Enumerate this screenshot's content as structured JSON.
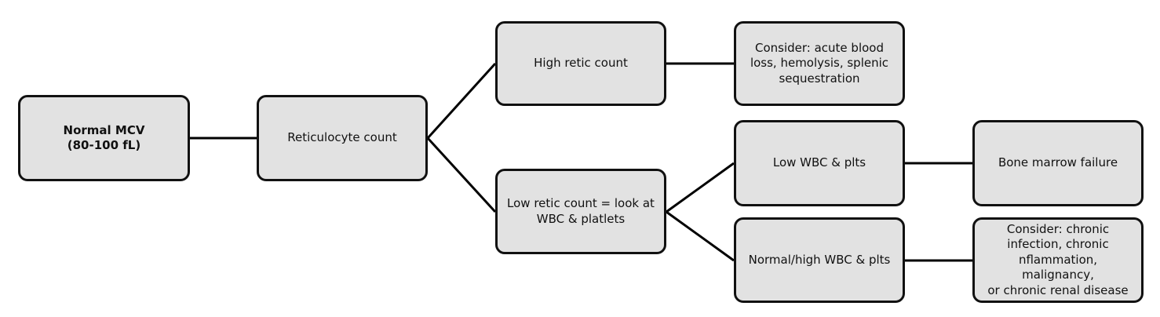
{
  "diagram": {
    "nodes": {
      "normal_mcv": "Normal MCV\n(80-100 fL)",
      "reticulocyte_count": "Reticulocyte count",
      "high_retic": "High retic count",
      "low_retic": "Low retic count = look at\nWBC & platlets",
      "consider_acute": "Consider: acute blood\nloss, hemolysis, splenic\nsequestration",
      "low_wbc": "Low WBC & plts",
      "normal_high_wbc": "Normal/high WBC & plts",
      "bone_marrow_failure": "Bone marrow failure",
      "consider_chronic": "Consider: chronic\ninfection, chronic\nnflammation, malignancy,\nor chronic renal disease"
    }
  }
}
